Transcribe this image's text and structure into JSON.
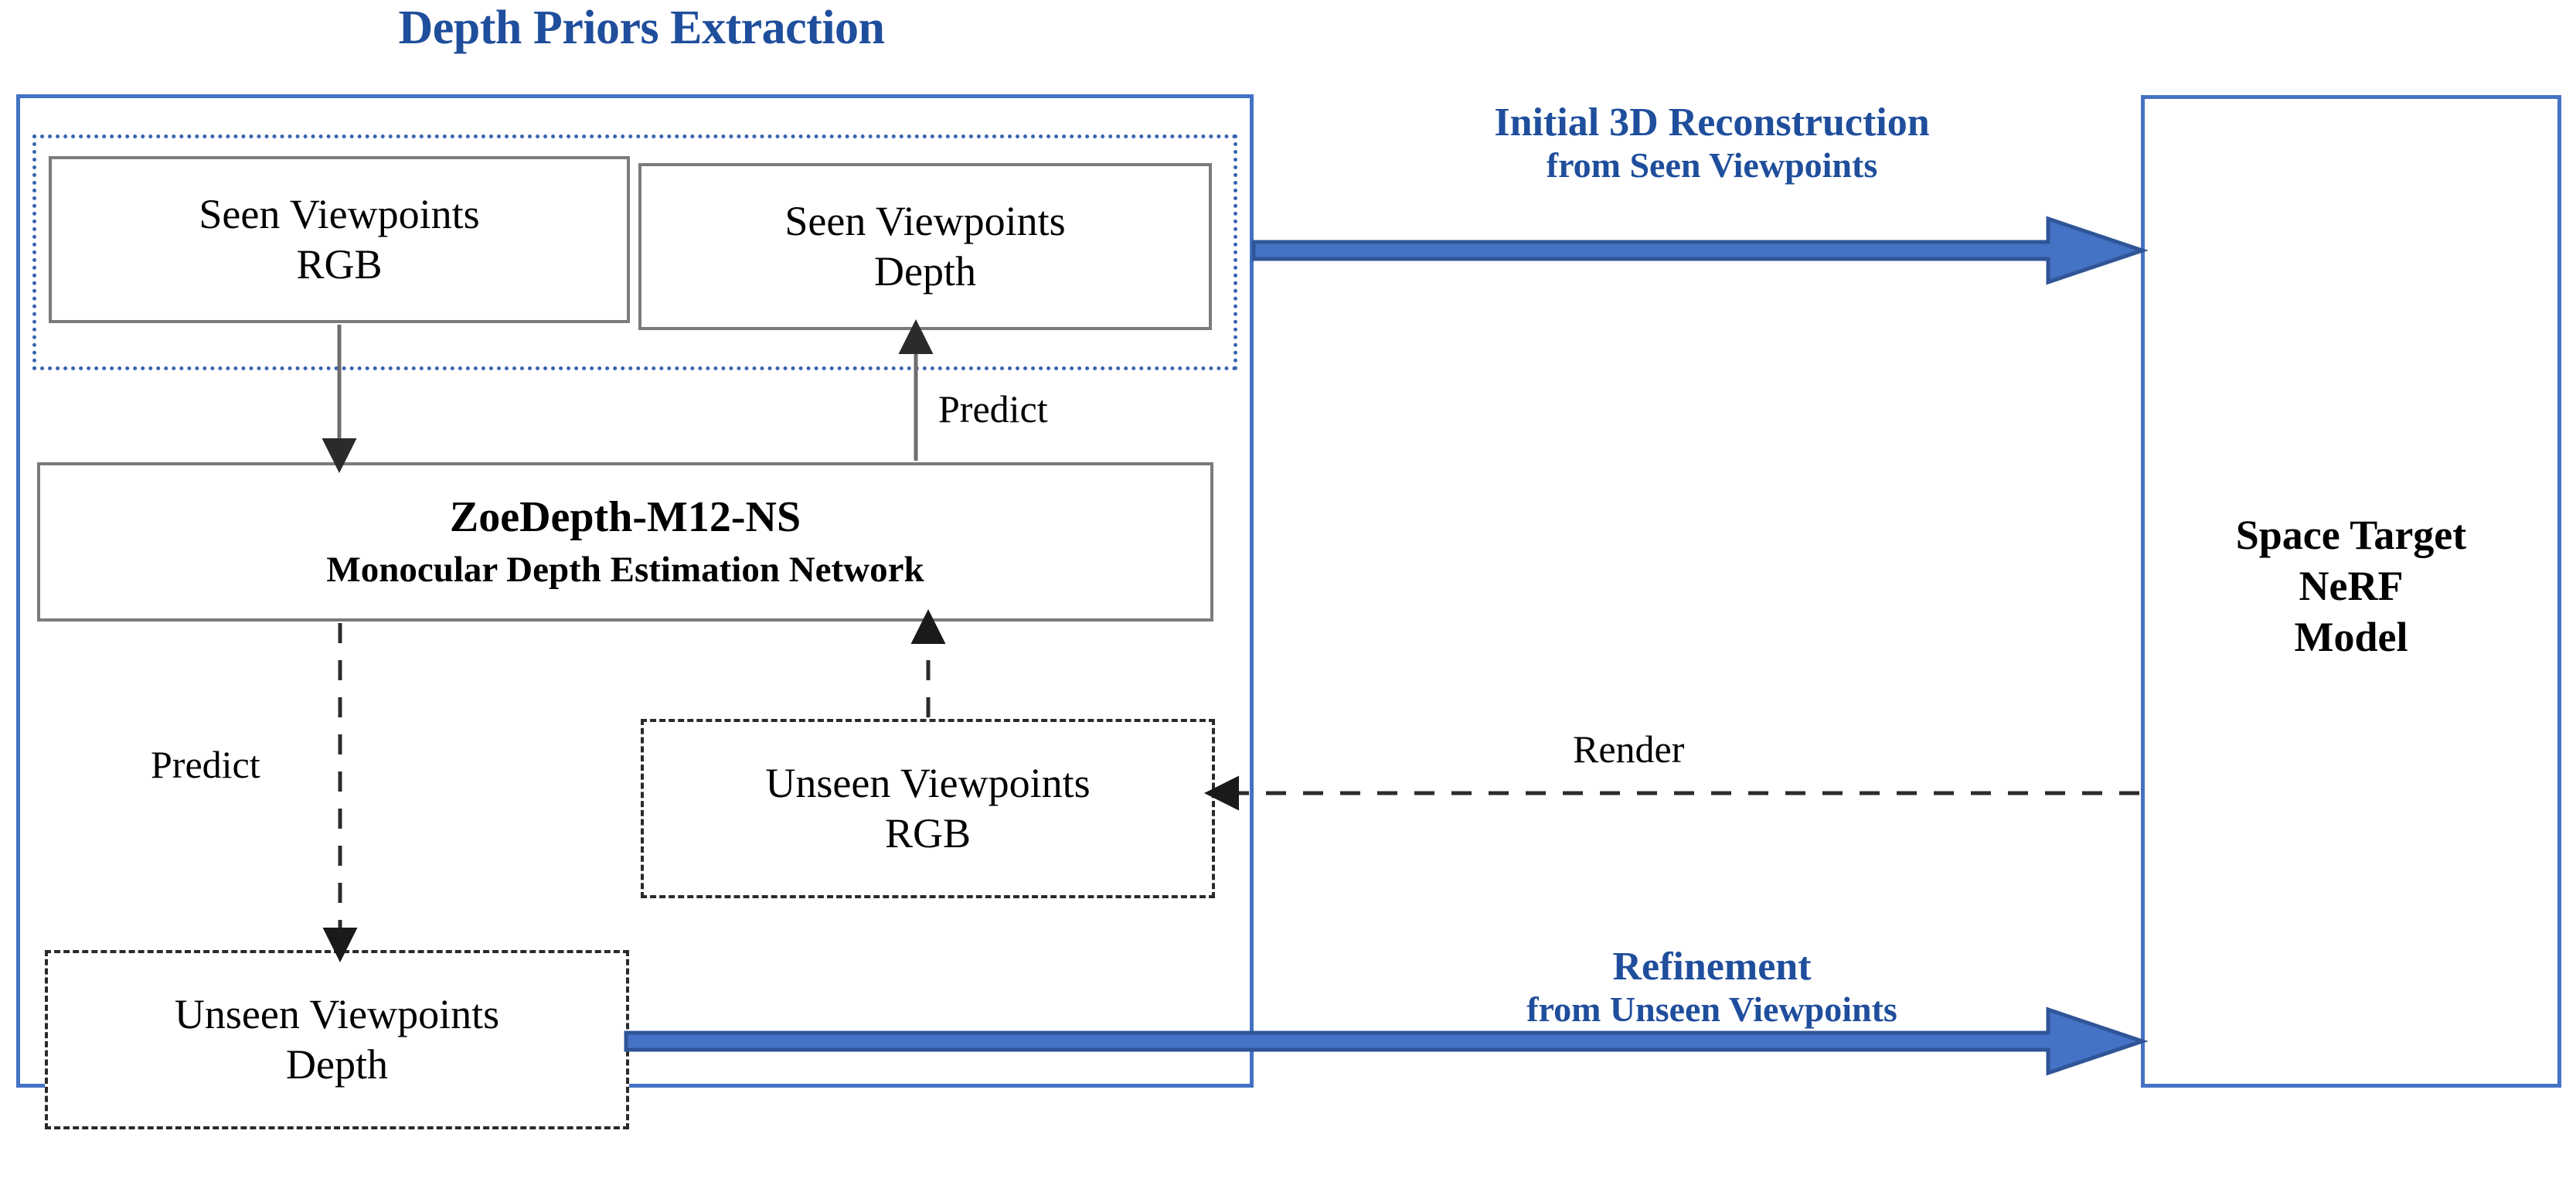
{
  "diagram": {
    "title": "Depth Priors Extraction",
    "colors": {
      "accent_blue": "#4472C4",
      "title_blue": "#1F4E9C",
      "arrow_blue_fill": "#4472C4",
      "arrow_blue_stroke": "#2F5597",
      "box_gray_border": "#7B7B7B",
      "dashed_border": "#2A2A2A"
    }
  },
  "left_panel": {
    "name": "Depth Priors Extraction",
    "seen_group": {
      "rgb_box": {
        "line1": "Seen Viewpoints",
        "line2": "RGB"
      },
      "depth_box": {
        "line1": "Seen Viewpoints",
        "line2": "Depth"
      }
    },
    "network_box": {
      "line1": "ZoeDepth-M12-NS",
      "line2": "Monocular Depth Estimation Network"
    },
    "unseen_rgb_box": {
      "line1": "Unseen Viewpoints",
      "line2": "RGB"
    },
    "unseen_depth_box": {
      "line1": "Unseen Viewpoints",
      "line2": "Depth"
    }
  },
  "connectors": {
    "predict_up": "Predict",
    "predict_down": "Predict",
    "render": "Render"
  },
  "flows": {
    "initial_reconstruction": {
      "line1": "Initial 3D Reconstruction",
      "line2": "from Seen Viewpoints"
    },
    "refinement": {
      "line1": "Refinement",
      "line2": "from Unseen Viewpoints"
    }
  },
  "right_panel": {
    "line1": "Space Target",
    "line2": "NeRF",
    "line3": "Model"
  }
}
